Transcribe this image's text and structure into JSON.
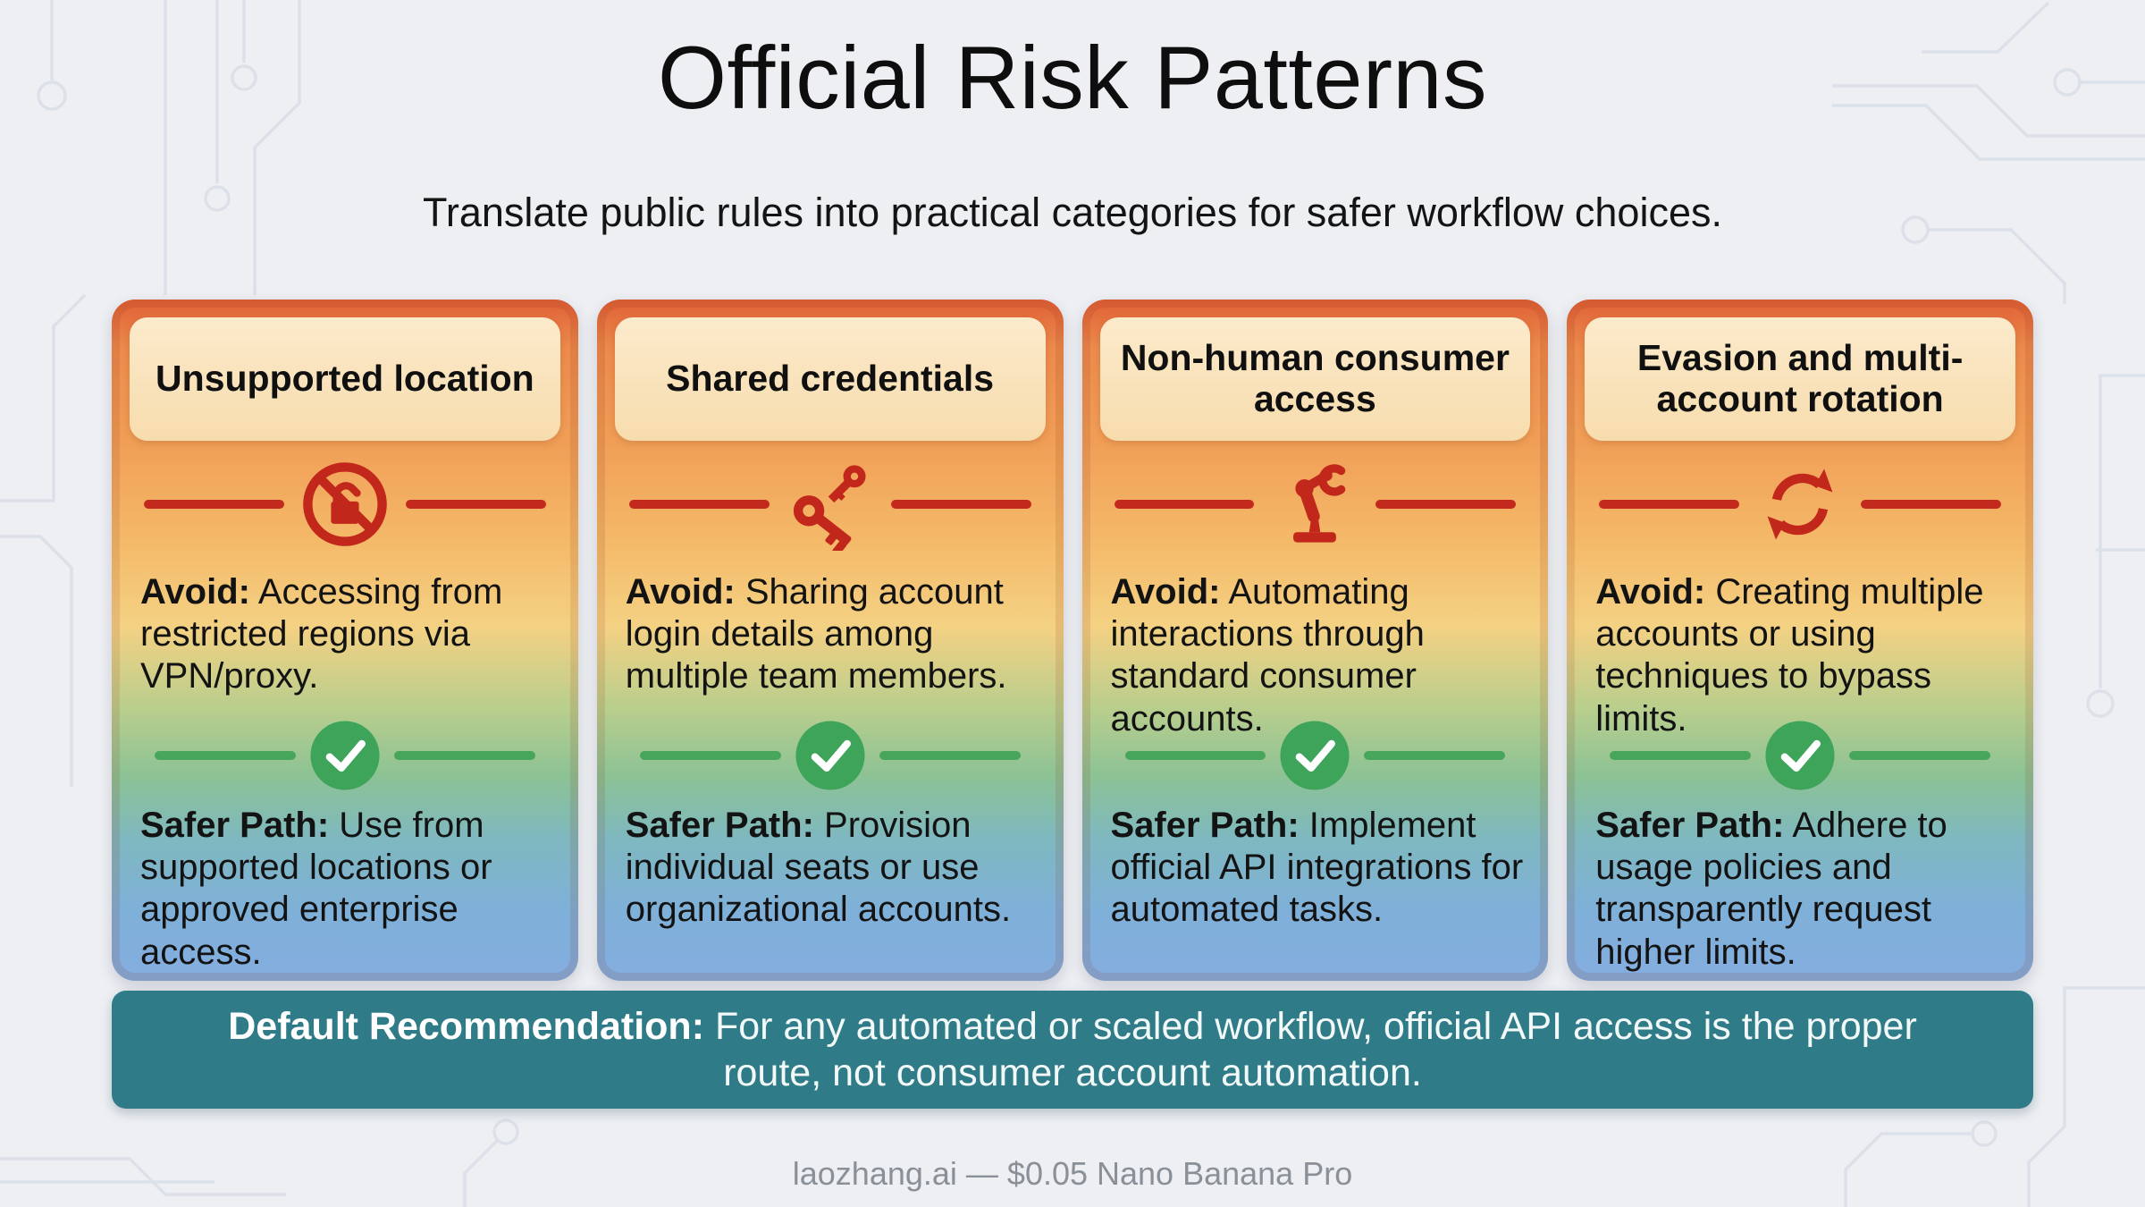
{
  "page": {
    "title": "Official Risk Patterns",
    "subtitle": "Translate public rules into practical categories for safer workflow choices.",
    "footer": "laozhang.ai — $0.05 Nano Banana Pro"
  },
  "recommendation": {
    "label": "Default Recommendation:",
    "text": " For any automated or scaled workflow, official API access is the proper route, not consumer account automation."
  },
  "cards": [
    {
      "title": "Unsupported location",
      "icon": "prohibited-lock-icon",
      "avoid_label": "Avoid:",
      "avoid_text": " Accessing from restricted regions via VPN/proxy.",
      "safer_label": "Safer Path:",
      "safer_text": " Use from supported locations or approved enterprise access."
    },
    {
      "title": "Shared credentials",
      "icon": "shared-keys-icon",
      "avoid_label": "Avoid:",
      "avoid_text": " Sharing account login details among multiple team members.",
      "safer_label": "Safer Path:",
      "safer_text": " Provision individual seats or use organizational accounts."
    },
    {
      "title": "Non-human consumer access",
      "icon": "robot-arm-icon",
      "avoid_label": "Avoid:",
      "avoid_text": " Automating interactions through standard consumer accounts.",
      "safer_label": "Safer Path:",
      "safer_text": " Implement official API integrations for automated tasks."
    },
    {
      "title": "Evasion and multi-account rotation",
      "icon": "rotation-arrows-icon",
      "avoid_label": "Avoid:",
      "avoid_text": " Creating multiple accounts or using techniques to bypass limits.",
      "safer_label": "Safer Path:",
      "safer_text": " Adhere to usage policies and transparently request higher limits."
    }
  ],
  "icons": {
    "check": "check-circle-icon",
    "background": "circuit-pattern"
  },
  "colors": {
    "background": "#EDEFF3",
    "trace_gray": "#DCE1E9",
    "card_top_orange": "#E06036",
    "card_mid_yellow": "#F4D183",
    "card_bottom_blue": "#84ADDF",
    "header_chip_cream": "#F9E2B8",
    "danger_red": "#C32A1D",
    "safe_green": "#47A65C",
    "check_green": "#3EA45A",
    "recommendation_teal": "#2F7C88",
    "text_black": "#131313",
    "footer_gray": "#8A9098"
  }
}
